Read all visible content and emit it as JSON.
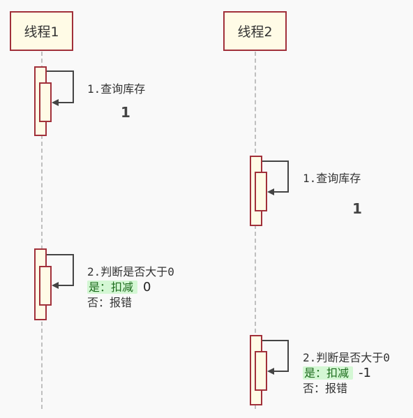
{
  "actors": {
    "thread1": "线程1",
    "thread2": "线程2"
  },
  "colors": {
    "box_border": "#a1303a",
    "box_fill": "#fffbe6",
    "highlight_bg": "#d4f7d4",
    "lifeline": "#bfbfbf"
  },
  "steps": {
    "t1_query": {
      "label": "1.查询库存",
      "value": "1"
    },
    "t2_query": {
      "label": "1.查询库存",
      "value": "1"
    },
    "t1_judge": {
      "label": "2.判断是否大于0",
      "yes": "是：扣减",
      "yes_value": "0",
      "no": "否：报错"
    },
    "t2_judge": {
      "label": "2.判断是否大于0",
      "yes": "是：扣减",
      "yes_value": "-1",
      "no": "否：报错"
    }
  }
}
